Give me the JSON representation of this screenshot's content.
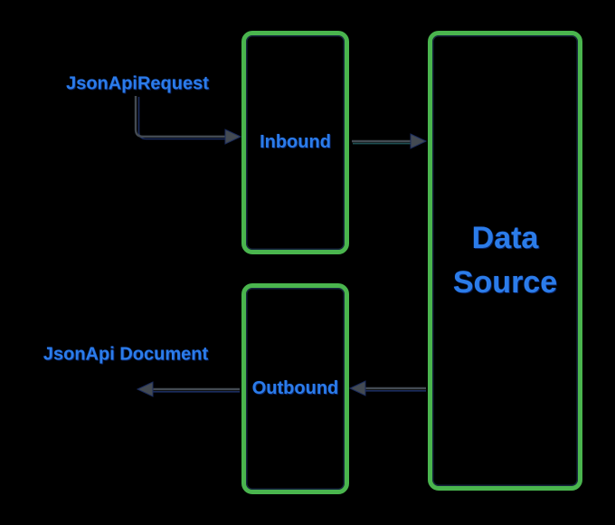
{
  "diagram": {
    "nodes": [
      {
        "id": "inbound",
        "label": "Inbound"
      },
      {
        "id": "outbound",
        "label": "Outbound"
      },
      {
        "id": "data_source",
        "label": "Data Source"
      }
    ],
    "labels": [
      {
        "id": "json_api_request",
        "text": "JsonApiRequest"
      },
      {
        "id": "json_api_document",
        "text": "JsonApi Document"
      }
    ],
    "edges": [
      {
        "from": "JsonApiRequest",
        "to": "Inbound",
        "direction": "right"
      },
      {
        "from": "Inbound",
        "to": "Data Source",
        "direction": "right"
      },
      {
        "from": "Data Source",
        "to": "Outbound",
        "direction": "left"
      },
      {
        "from": "Outbound",
        "to": "JsonApi Document",
        "direction": "left"
      }
    ],
    "colors": {
      "background": "#000000",
      "node_border": "#4ab54e",
      "node_border_inner": "#16263f",
      "text": "#2b7ce9",
      "arrow": "#434a52",
      "arrow_shadow": "#1b2c5e",
      "arrow_shadow_teal": "#1e4f52"
    }
  }
}
